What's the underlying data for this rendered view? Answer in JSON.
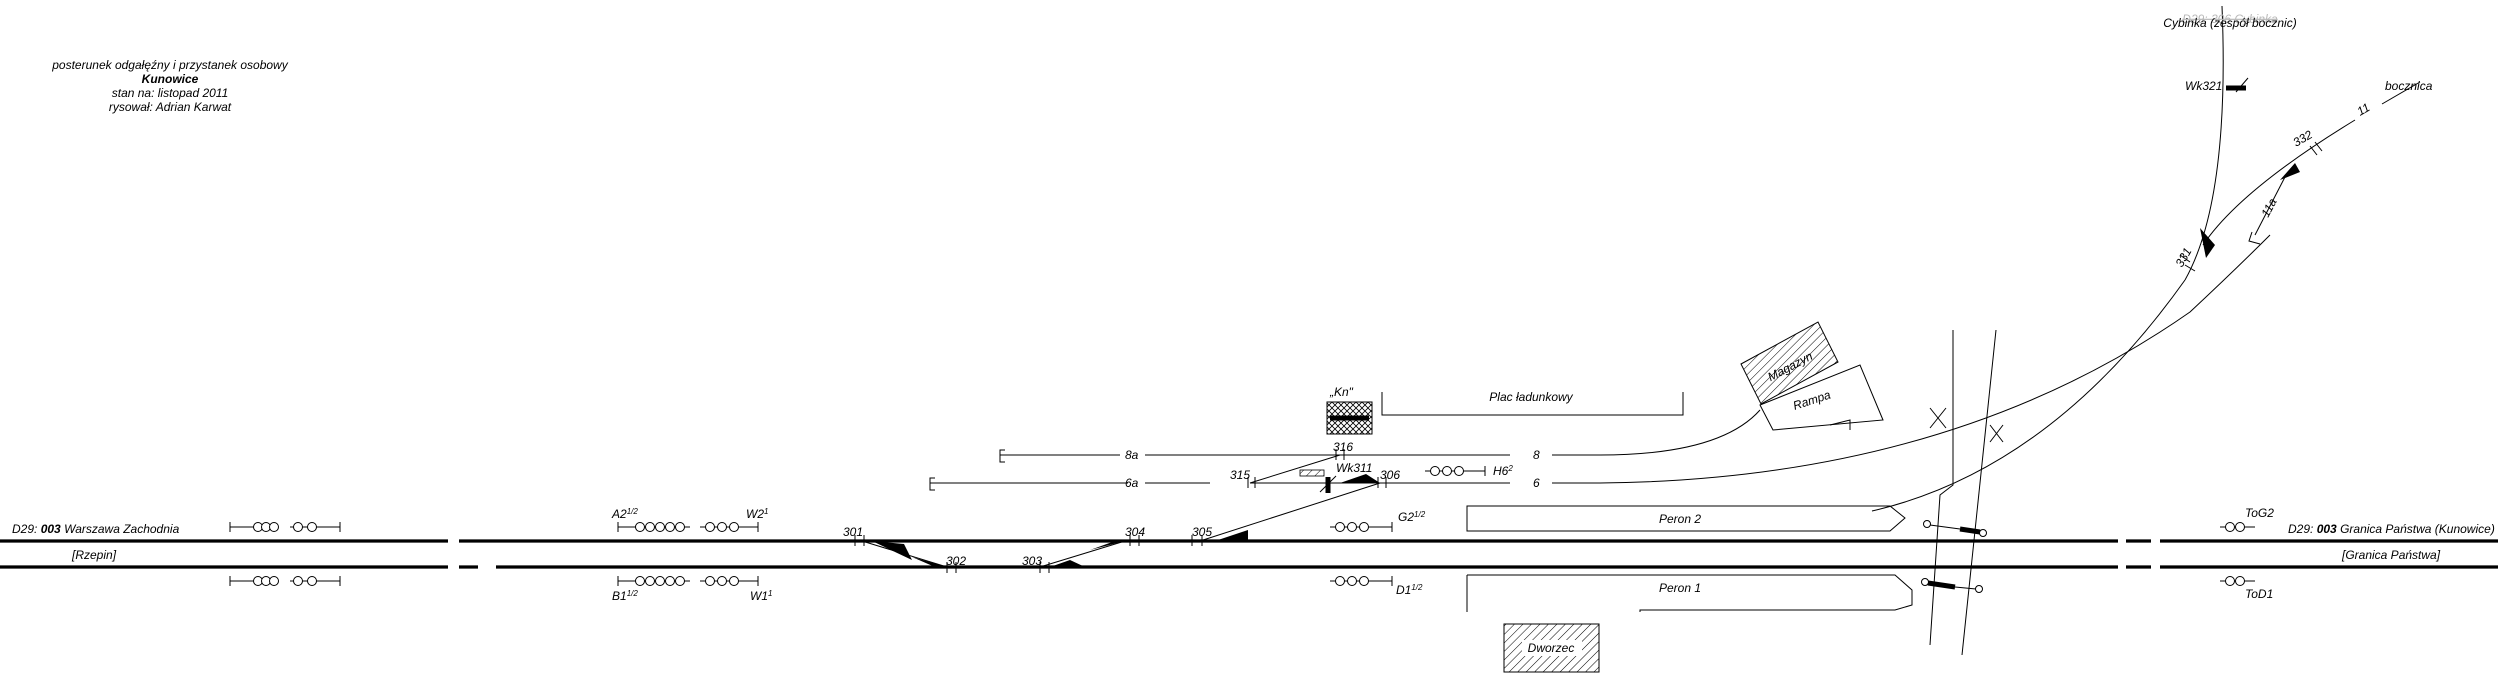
{
  "header": {
    "line1": "posterunek odgałęźny i przystanek osobowy",
    "station": "Kunowice",
    "date": "stan na: listopad 2011",
    "author": "rysował: Adrian Karwat"
  },
  "routes": {
    "west_prefix": "D29:",
    "west_code": "003",
    "west_name": "Warszawa Zachodnia",
    "west_next": "[Rzepin]",
    "east_prefix": "D29:",
    "east_code": "003",
    "east_name": "Granica Państwa (Kunowice)",
    "east_next": "[Granica Państwa]",
    "north_struck": "D29: 306 Cybinka",
    "north_name": "Cybinka (zespół bocznic)",
    "siding": "bocznica"
  },
  "signals": {
    "A2": "A2",
    "A2_sup": "1/2",
    "B1": "B1",
    "B1_sup": "1/2",
    "W2": "W2",
    "W2_sup": "1",
    "W1": "W1",
    "W1_sup": "1",
    "G2": "G2",
    "G2_sup": "1/2",
    "D1": "D1",
    "D1_sup": "1/2",
    "H6": "H6",
    "H6_sup": "2",
    "ToG2": "ToG2",
    "ToD1": "ToD1",
    "Wk311": "Wk311",
    "Wk321": "Wk321"
  },
  "switches": {
    "s301": "301",
    "s302": "302",
    "s303": "303",
    "s304": "304",
    "s305": "305",
    "s306": "306",
    "s315": "315",
    "s316": "316",
    "s331": "331",
    "s332": "332"
  },
  "tracks": {
    "t8a": "8a",
    "t8": "8",
    "t6a": "6a",
    "t6": "6",
    "t11": "11",
    "t11a": "11a"
  },
  "objects": {
    "kn": "„Kn\"",
    "plac": "Plac ładunkowy",
    "magazyn": "Magazyn",
    "rampa": "Rampa",
    "peron1": "Peron 1",
    "peron2": "Peron 2",
    "dworzec": "Dworzec"
  }
}
